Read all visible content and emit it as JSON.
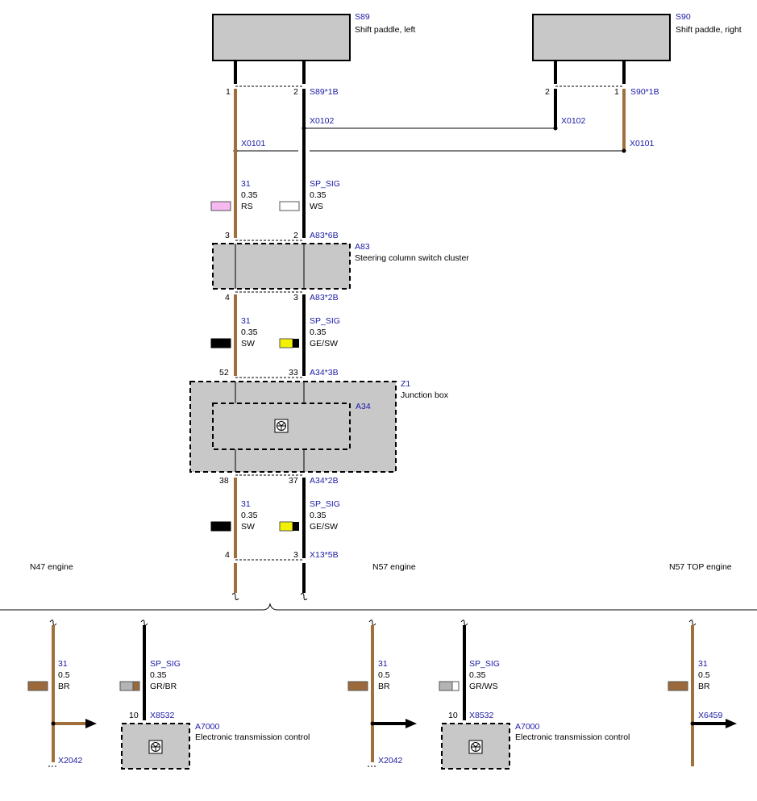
{
  "components": {
    "s89": {
      "id": "S89",
      "label": "Shift paddle, left",
      "conn": "S89*1B",
      "pin_left": "1",
      "pin_right": "2"
    },
    "s90": {
      "id": "S90",
      "label": "Shift paddle, right",
      "conn": "S90*1B",
      "pin_left": "2",
      "pin_right": "1"
    },
    "a83": {
      "id": "A83",
      "label": "Steering column switch cluster",
      "conn_top": "A83*6B",
      "conn_bottom": "A83*2B",
      "pin_top_left": "3",
      "pin_top_right": "2",
      "pin_bottom_left": "4",
      "pin_bottom_right": "3"
    },
    "z1": {
      "id": "Z1",
      "label": "Junction box",
      "inner_id": "A34",
      "conn_top": "A34*3B",
      "conn_bottom": "A34*2B",
      "pin_top_left": "52",
      "pin_top_right": "33",
      "pin_bottom_left": "38",
      "pin_bottom_right": "37"
    },
    "x13": {
      "conn": "X13*5B",
      "pin_left": "4",
      "pin_right": "3"
    }
  },
  "splices": {
    "x0102_a": "X0102",
    "x0102_b": "X0102",
    "x0101_a": "X0101",
    "x0101_b": "X0101"
  },
  "wires_upper": [
    {
      "left": {
        "signal": "31",
        "gauge": "0.35",
        "color": "RS"
      },
      "right": {
        "signal": "SP_SIG",
        "gauge": "0.35",
        "color": "WS"
      }
    },
    {
      "left": {
        "signal": "31",
        "gauge": "0.35",
        "color": "SW"
      },
      "right": {
        "signal": "SP_SIG",
        "gauge": "0.35",
        "color": "GE/SW"
      }
    },
    {
      "left": {
        "signal": "31",
        "gauge": "0.35",
        "color": "SW"
      },
      "right": {
        "signal": "SP_SIG",
        "gauge": "0.35",
        "color": "GE/SW"
      }
    }
  ],
  "variants": [
    {
      "name": "N47 engine",
      "ground": {
        "signal": "31",
        "gauge": "0.5",
        "color": "BR",
        "conn": "X2042"
      },
      "signal": {
        "signal": "SP_SIG",
        "gauge": "0.35",
        "color": "GR/BR",
        "pin": "10",
        "conn": "X8532"
      },
      "module": {
        "id": "A7000",
        "label": "Electronic transmission control"
      }
    },
    {
      "name": "N57 engine",
      "ground": {
        "signal": "31",
        "gauge": "0.5",
        "color": "BR",
        "conn": "X2042"
      },
      "signal": {
        "signal": "SP_SIG",
        "gauge": "0.35",
        "color": "GR/WS",
        "pin": "10",
        "conn": "X8532"
      },
      "module": {
        "id": "A7000",
        "label": "Electronic transmission control"
      }
    },
    {
      "name": "N57 TOP engine",
      "ground": {
        "signal": "31",
        "gauge": "0.5",
        "color": "BR",
        "conn": "X6459"
      }
    }
  ],
  "colors": {
    "brown_wire": "#a0703c",
    "black_wire": "#000000",
    "component_fill": "#c8c8c8",
    "label_blue": "#1a1aa6",
    "swatch_rs": "#f5b8f0",
    "swatch_ws": "#ffffff",
    "swatch_sw": "#000000",
    "swatch_ge": "#f2f200",
    "swatch_br": "#9c6a3a",
    "swatch_gr": "#b4b4b4"
  },
  "icons": {
    "module_icon": "ecu-icon"
  }
}
